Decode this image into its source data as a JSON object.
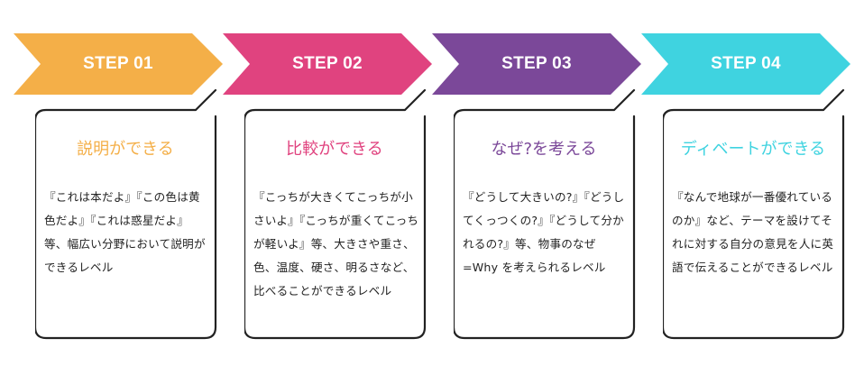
{
  "colors": {
    "step1": "#f4af48",
    "step2": "#e0437f",
    "step3": "#7b4899",
    "step4": "#3fd3e0",
    "text": "#222222",
    "frame": "#222222"
  },
  "steps": [
    {
      "label": "STEP 01",
      "title": "説明ができる",
      "description": "『これは本だよ』『この色は黄色だよ』『これは惑星だよ』等、幅広い分野において説明ができるレベル"
    },
    {
      "label": "STEP 02",
      "title": "比較ができる",
      "description": "『こっちが大きくてこっちが小さいよ』『こっちが重くてこっちが軽いよ』等、大きさや重さ、色、温度、硬さ、明るさなど、比べることができるレベル"
    },
    {
      "label": "STEP 03",
      "title": "なぜ?を考える",
      "description": "『どうして大きいの?』『どうしてくっつくの?』『どうして分かれるの?』等、物事のなぜ=Why を考えられるレベル"
    },
    {
      "label": "STEP 04",
      "title": "ディベートができる",
      "description": "『なんで地球が一番優れているのか』など、テーマを設けてそれに対する自分の意見を人に英語で伝えることができるレベル"
    }
  ]
}
